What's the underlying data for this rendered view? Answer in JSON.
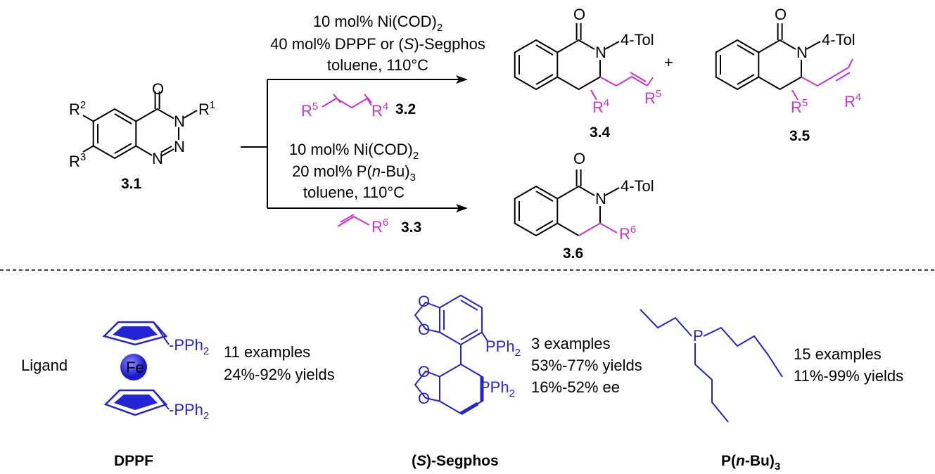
{
  "atoms": {
    "R": "R",
    "O": "O",
    "N": "N",
    "tol": "4-Tol",
    "P": "P",
    "Fe": "Fe",
    "PPh": "PPh",
    "two": "2"
  },
  "reactant": {
    "label": "3.1",
    "r1": "1",
    "r2": "2",
    "r3": "3"
  },
  "top_conditions": {
    "line1": "10 mol% Ni(COD)",
    "line1_sub": "2",
    "line2_a": "40 mol% DPPF or (",
    "line2_s": "S",
    "line2_b": ")-Segphos",
    "line3": "toluene, 110°C"
  },
  "reagent_32": {
    "label": "3.2",
    "r5": "5",
    "r4": "4"
  },
  "bottom_conditions": {
    "line1": "10 mol% Ni(COD)",
    "line1_sub": "2",
    "line2_a": "20 mol% P(",
    "line2_n": "n",
    "line2_b": "-Bu)",
    "line2_sub": "3",
    "line3": "toluene, 110°C"
  },
  "reagent_33": {
    "label": "3.3",
    "r6": "6"
  },
  "products": {
    "p34": {
      "label": "3.4",
      "ra": "4",
      "rb": "5"
    },
    "plus": "+",
    "p35": {
      "label": "3.5",
      "ra": "5",
      "rb": "4"
    },
    "p36": {
      "label": "3.6",
      "r": "6"
    }
  },
  "ligands": {
    "heading": "Ligand",
    "dppf": {
      "name": "DPPF",
      "examples": "11 examples",
      "yields": "24%-92% yields"
    },
    "segphos": {
      "name_a": "(",
      "name_s": "S",
      "name_b": ")-Segphos",
      "examples": "3 examples",
      "yields": "53%-77% yields",
      "ee": "16%-52% ee"
    },
    "pbu3": {
      "name_a": "P(",
      "name_n": "n",
      "name_b": "-Bu)",
      "name_sub": "3",
      "examples": "15 examples",
      "yields": "11%-99% yields"
    }
  },
  "colors": {
    "magenta": "#d030d0",
    "blue": "#2323d8"
  }
}
